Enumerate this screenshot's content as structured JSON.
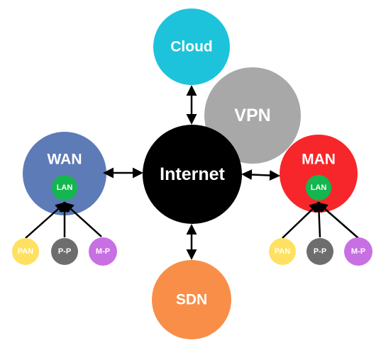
{
  "nodes": {
    "cloud": {
      "label": "Cloud",
      "color": "#1DC3DA"
    },
    "vpn": {
      "label": "VPN",
      "color": "#A8A8A8"
    },
    "internet": {
      "label": "Internet",
      "color": "#000000"
    },
    "sdn": {
      "label": "SDN",
      "color": "#F98E48"
    },
    "wan": {
      "label": "WAN",
      "color": "#5D7BB6"
    },
    "man": {
      "label": "MAN",
      "color": "#F7262A"
    },
    "lan": {
      "label": "LAN",
      "color": "#14B64F"
    }
  },
  "endpoints": {
    "pan": {
      "label": "PAN",
      "color": "#FEE161"
    },
    "pp": {
      "label": "P-P",
      "color": "#6D6D6D"
    },
    "mp": {
      "label": "M-P",
      "color": "#C870E3"
    }
  }
}
